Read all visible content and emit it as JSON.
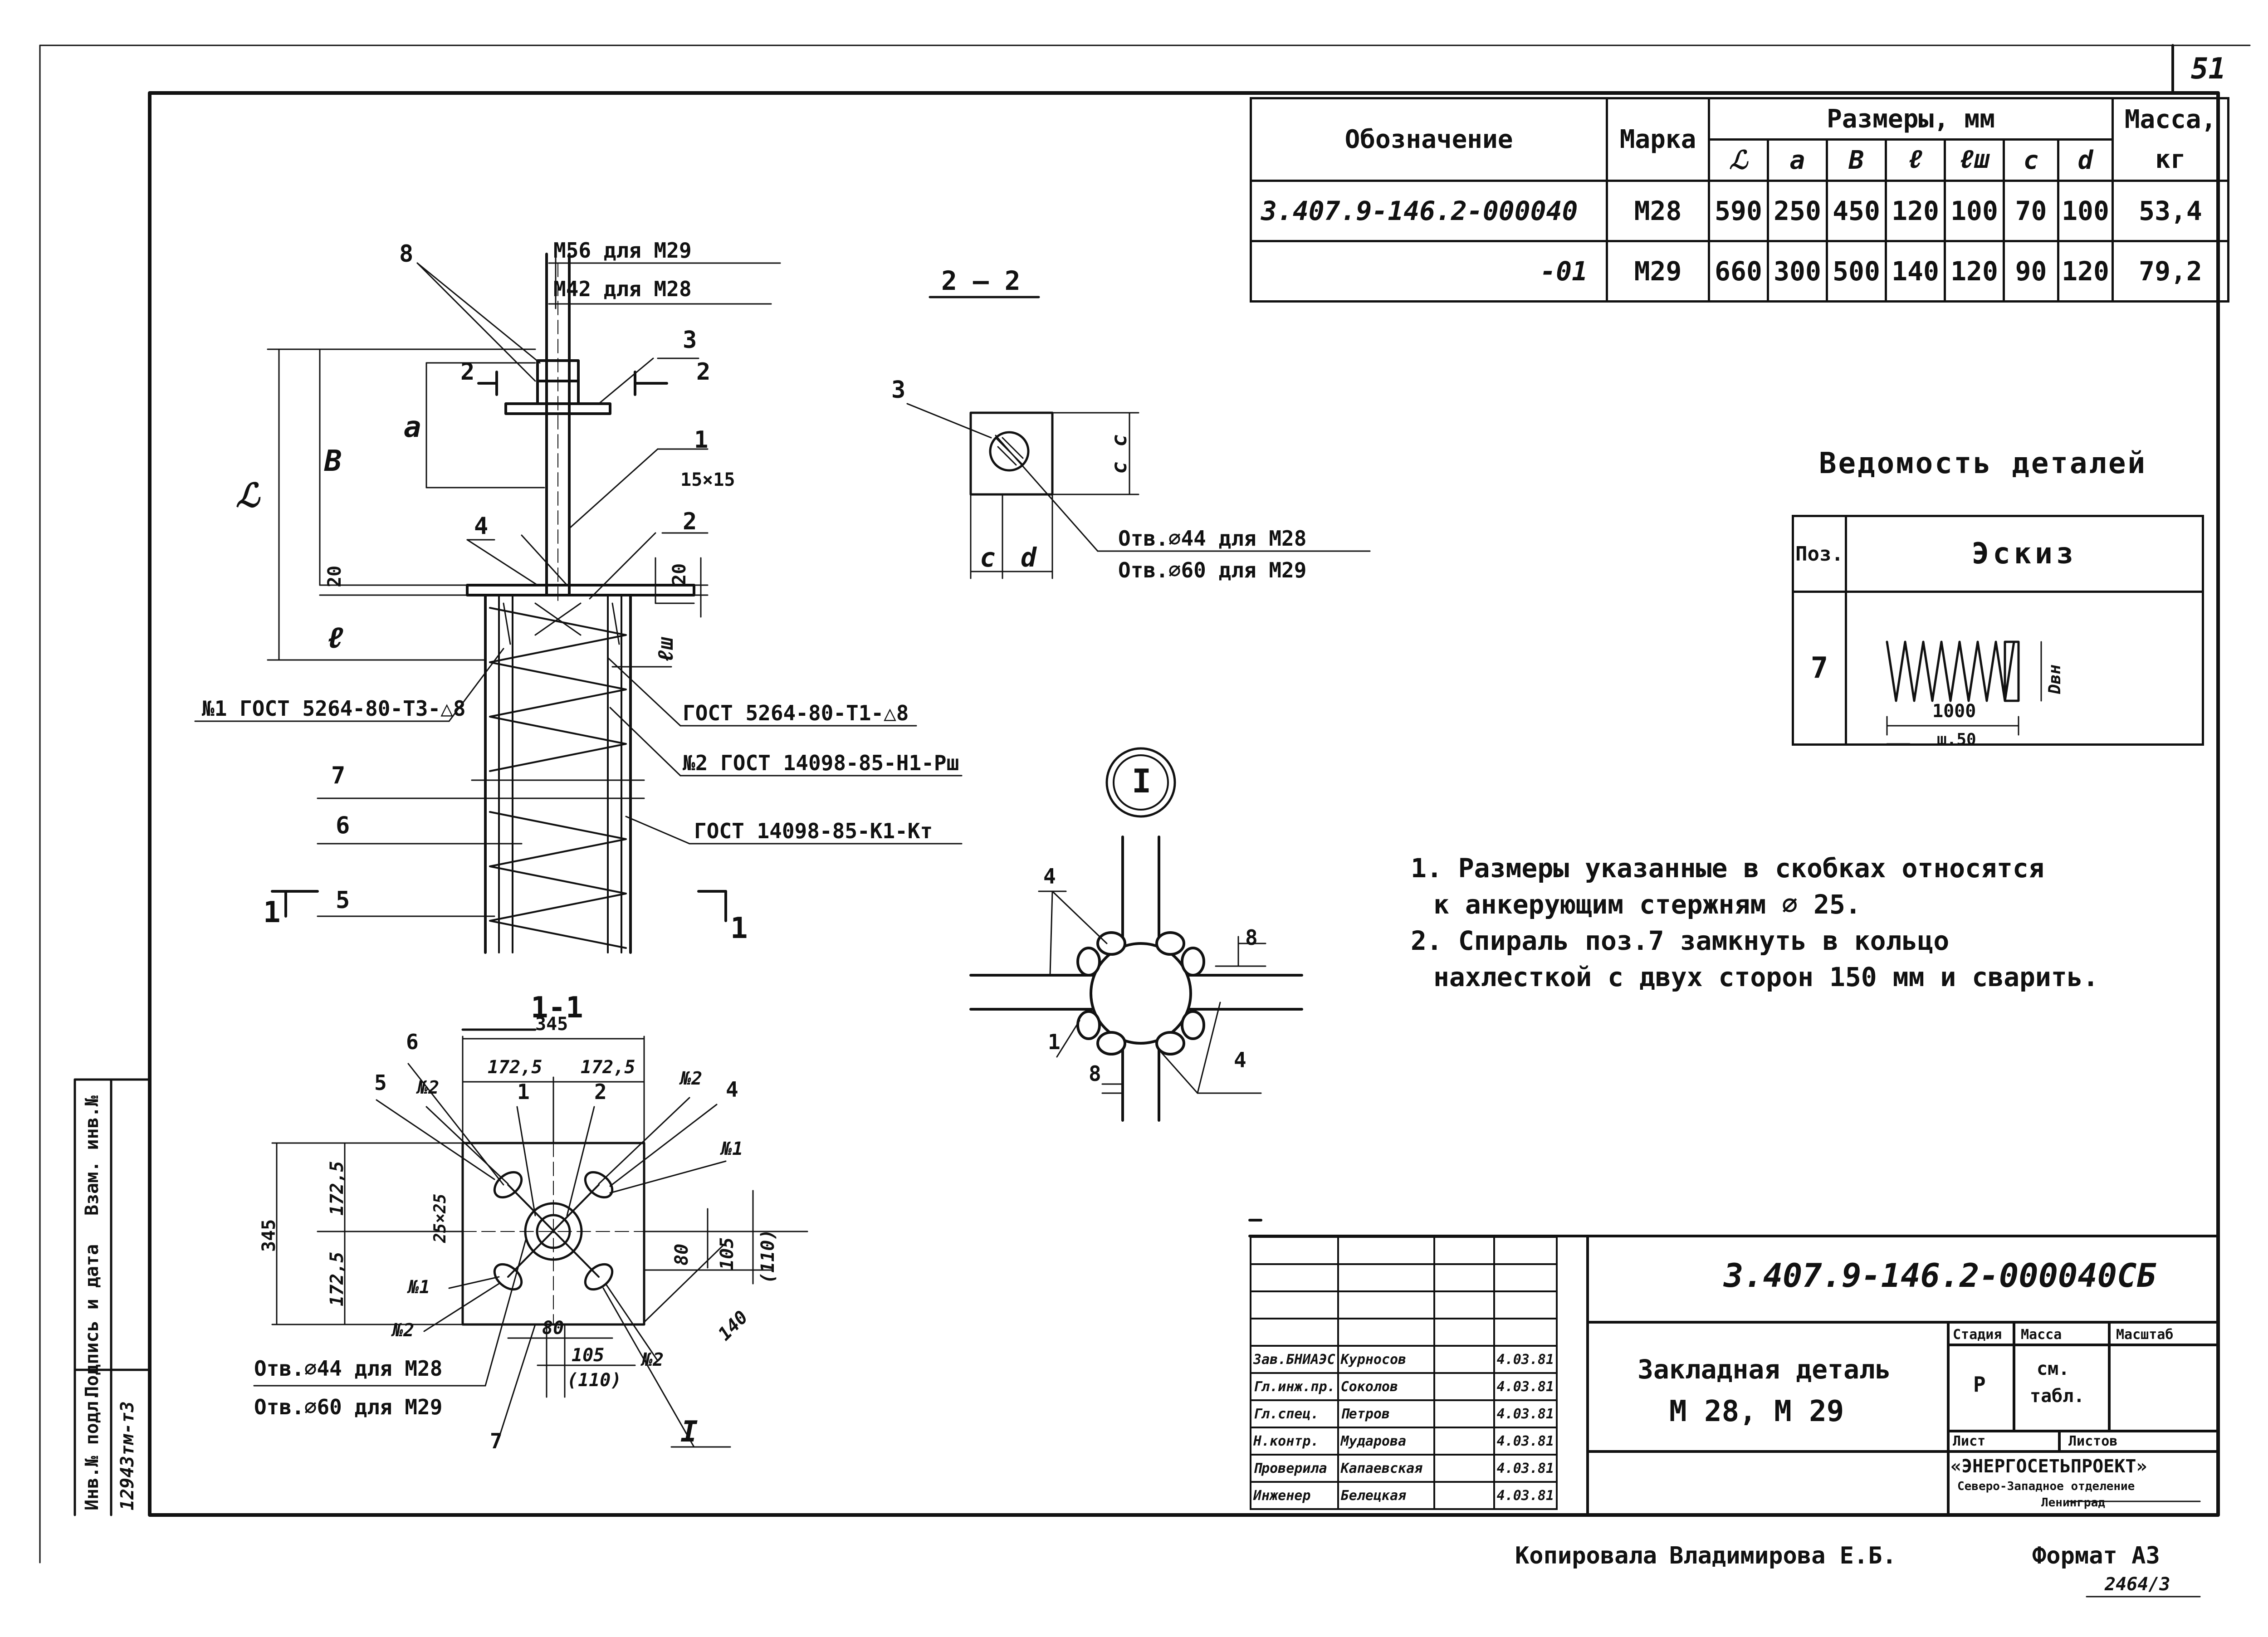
{
  "sheet_number": "51",
  "spec_table": {
    "headers": {
      "designation": "Обозначение",
      "mark": "Марка",
      "dimensions": "Размеры, мм",
      "dim_cols": [
        "ℒ",
        "a",
        "B",
        "ℓ",
        "ℓш",
        "c",
        "d"
      ],
      "mass": "Масса,",
      "mass_unit": "кг"
    },
    "rows": [
      {
        "designation": "3.407.9-146.2-000040",
        "mark": "М28",
        "values": [
          "590",
          "250",
          "450",
          "120",
          "100",
          "70",
          "100"
        ],
        "mass": "53,4"
      },
      {
        "designation": "-01",
        "mark": "М29",
        "values": [
          "660",
          "300",
          "500",
          "140",
          "120",
          "90",
          "120"
        ],
        "mass": "79,2"
      }
    ]
  },
  "views": {
    "section_2_2": "2 – 2",
    "section_1_1": "1-1",
    "detail_callout": "I",
    "detail_ref": "I"
  },
  "main_view": {
    "bolt_m56": "М56 для М29",
    "bolt_m42": "М42 для М28",
    "dims": {
      "L": "ℒ",
      "a": "a",
      "b": "B",
      "l": "ℓ",
      "lsh": "ℓш",
      "t20_left": "20",
      "t20_right": "20",
      "sq": "15×15"
    },
    "weld_1": "№1 ГОСТ 5264-80-Т3-△8",
    "weld_gost_t1": "ГОСТ 5264-80-Т1-△8",
    "weld_2": "№2 ГОСТ 14098-85-Н1-Рш",
    "weld_k1": "ГОСТ 14098-85-К1-Кт",
    "section_mark": "1",
    "section_mark_r": "1",
    "section_mark_2l": "2",
    "section_mark_2r": "2",
    "positions": {
      "p8": "8",
      "p3": "3",
      "p1": "1",
      "p2": "2",
      "p4": "4",
      "p7": "7",
      "p6": "6",
      "p5": "5"
    }
  },
  "section_view_2_2": {
    "pos": "3",
    "dim_c1": "c",
    "dim_c2": "c",
    "dim_c3": "c",
    "dim_d": "d",
    "hole_m28": "Отв.⌀44 для М28",
    "hole_m29": "Отв.⌀60 для М29"
  },
  "section_view_1_1": {
    "dims": {
      "overall_w": "345",
      "half_l": "172,5",
      "half_r": "172,5",
      "overall_h": "345",
      "half_t": "172,5",
      "half_b": "172,5",
      "chamfer": "25×25",
      "d80_v": "80",
      "d105_v": "105",
      "d110_v": "(110)",
      "d140": "140",
      "d80_h": "80",
      "d105_h": "105",
      "d110_h": "(110)"
    },
    "labels": {
      "p6": "6",
      "p5": "5",
      "n2a": "№2",
      "p1": "1",
      "p2": "2",
      "n2b": "№2",
      "p4": "4",
      "n1a": "№1",
      "n1b": "№1",
      "n2c": "№2",
      "n2d": "№2",
      "p7": "7"
    },
    "hole_m28": "Отв.⌀44 для М28",
    "hole_m29": "Отв.⌀60 для М29"
  },
  "detail_view": {
    "p4a": "4",
    "p8a": "8",
    "p1": "1",
    "p8b": "8",
    "p4b": "4"
  },
  "parts_list": {
    "title": "Ведомость деталей",
    "col_pos": "Поз.",
    "col_sketch": "Эскиз",
    "row": {
      "pos": "7",
      "length": "1000",
      "pitch": "ш.50",
      "dia": "Dвн"
    }
  },
  "notes": [
    "1. Размеры указанные в скобках относятся",
    "к анкерующим стержням ⌀ 25.",
    "2. Спираль поз.7 замкнуть в кольцо",
    "нахлесткой с двух сторон 150 мм и сварить."
  ],
  "title_block": {
    "doc_code": "3.407.9-146.2-000040СБ",
    "name_line1": "Закладная деталь",
    "name_line2": "М 28, М 29",
    "stage_h": "Стадия",
    "mass_h": "Масса",
    "scale_h": "Масштаб",
    "stage": "Р",
    "mass_line1": "см.",
    "mass_line2": "табл.",
    "sheet_h": "Лист",
    "sheets_h": "Листов",
    "org": "«ЭНЕРГОСЕТЬПРОЕКТ»",
    "org_div": "Северо-Западное отделение",
    "org_city": "Ленинград",
    "signatures": [
      {
        "role": "Зав.БНИАЭС",
        "name": "Курносов",
        "date": "4.03.81"
      },
      {
        "role": "Гл.инж.пр.",
        "name": "Соколов",
        "date": "4.03.81"
      },
      {
        "role": "Гл.спец.",
        "name": "Петров",
        "date": "4.03.81"
      },
      {
        "role": "Н.контр.",
        "name": "Мударова",
        "date": "4.03.81"
      },
      {
        "role": "Проверила",
        "name": "Капаевская",
        "date": "4.03.81"
      },
      {
        "role": "Инженер",
        "name": "Белецкая",
        "date": "4.03.81"
      }
    ]
  },
  "footer": {
    "copied": "Копировала",
    "copier": "Владимирова Е.Б.",
    "format": "Формат А3",
    "archive": "2464/3"
  },
  "side_stamp": {
    "inv_orig": "Инв.№ подл.",
    "sign_date": "Подпись и дата",
    "inv_repl": "Взам. инв.№",
    "inv_value": "12943тм-т3"
  }
}
